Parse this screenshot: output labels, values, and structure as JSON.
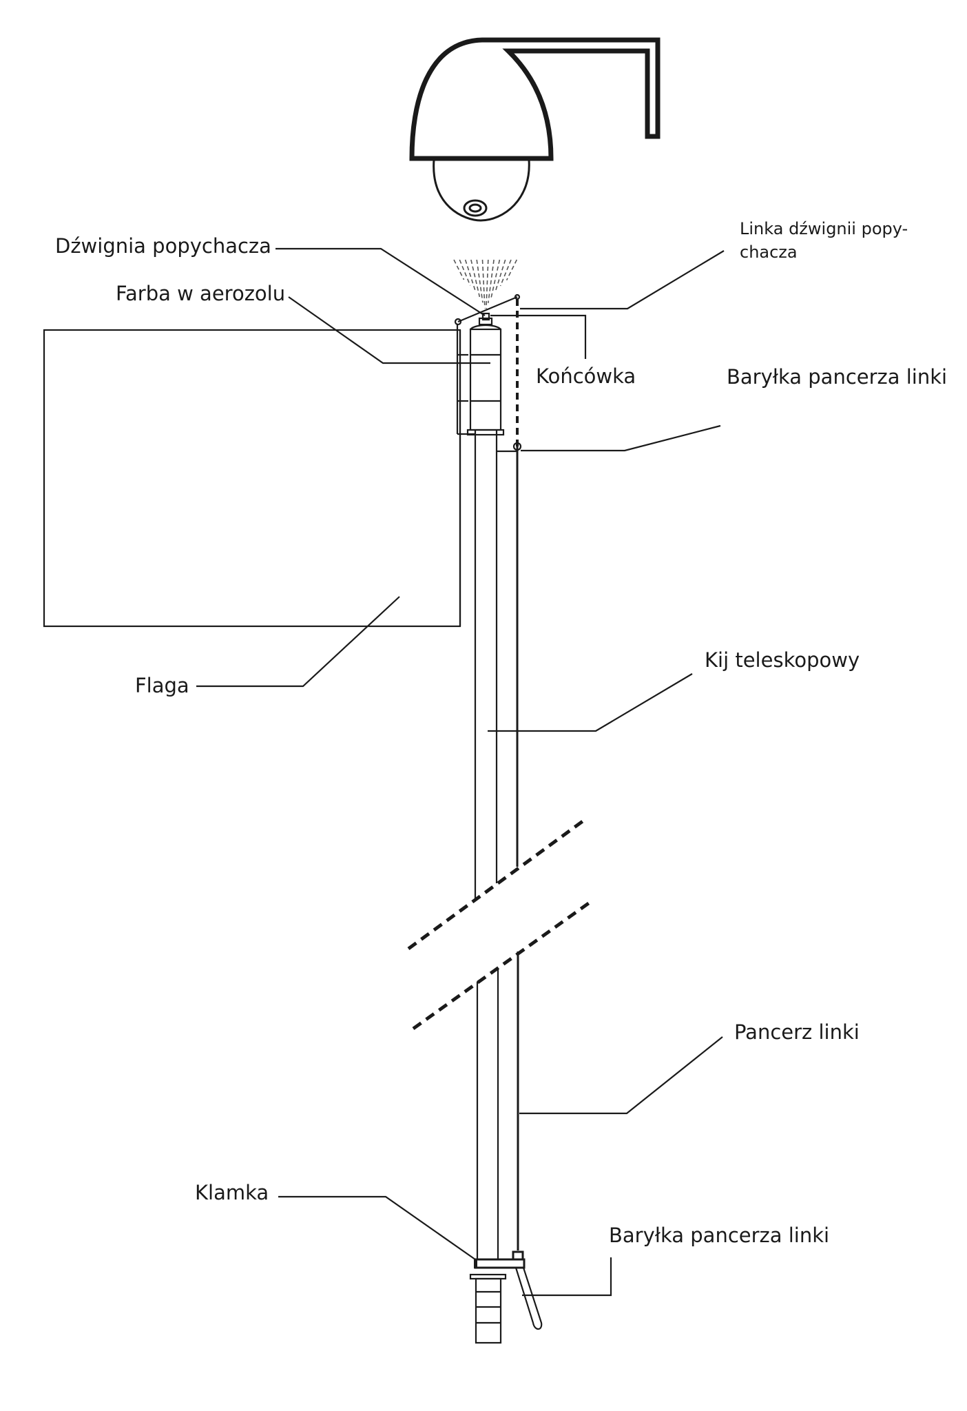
{
  "title": "Spray-paint pole for covering a dome camera (diagram)",
  "labels": {
    "pusher_lever": "Dźwignia popychacza",
    "aerosol_paint": "Farba w aerozolu",
    "lever_cable_line1": "Linka dźwignii popy-",
    "lever_cable_line2": "chacza",
    "nozzle": "Końcówka",
    "cable_housing_ferrule_top": "Baryłka pancerza linki",
    "flag": "Flaga",
    "telescopic_pole": "Kij teleskopowy",
    "cable_housing": "Pancerz linki",
    "handle": "Klamka",
    "cable_housing_ferrule_bottom": "Baryłka pancerza linki"
  },
  "parts": [
    {
      "id": "camera",
      "icon": "dome-camera-icon"
    },
    {
      "id": "spray",
      "icon": "spray-mist-icon"
    },
    {
      "id": "aerosol-can",
      "icon": "spray-can-icon"
    },
    {
      "id": "flag",
      "icon": "flag-icon"
    },
    {
      "id": "pole",
      "icon": "telescopic-pole-icon"
    },
    {
      "id": "break-marks",
      "icon": "break-line-icon"
    },
    {
      "id": "brake-lever",
      "icon": "lever-icon"
    },
    {
      "id": "grip",
      "icon": "grip-icon"
    }
  ],
  "colors": {
    "line": "#1a1a1a",
    "background": "#ffffff"
  }
}
